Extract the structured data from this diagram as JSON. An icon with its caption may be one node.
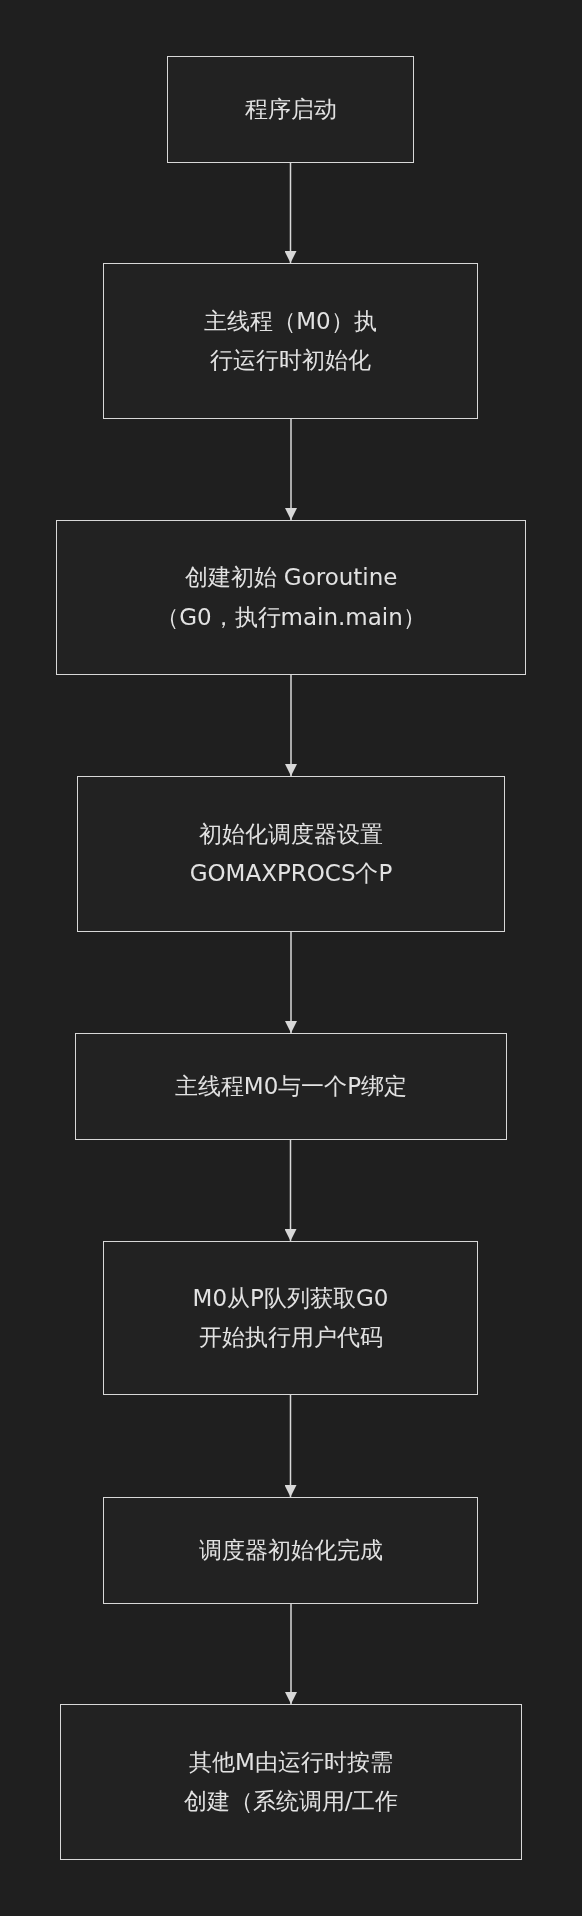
{
  "diagram": {
    "nodes": [
      {
        "text": [
          "程序启动"
        ]
      },
      {
        "text": [
          "主线程（M0）执行运行时初始化"
        ]
      },
      {
        "text": [
          "创建初始 Goroutine（G0，执行main.main）"
        ]
      },
      {
        "text": [
          "初始化调度器设置GOMAXPROCS个P"
        ]
      },
      {
        "text": [
          "主线程M0与一个P绑定"
        ]
      },
      {
        "text": [
          "M0从P队列获取G0开始执行用户代码"
        ]
      },
      {
        "text": [
          "调度器初始化完成"
        ]
      },
      {
        "text": [
          "其他M由运行时按需创建（系统调用/工作"
        ]
      }
    ],
    "edges": [
      {
        "from": 0,
        "to": 1,
        "arrow": "to"
      },
      {
        "from": 1,
        "to": 2,
        "arrow": "to"
      },
      {
        "from": 2,
        "to": 3,
        "arrow": "to"
      },
      {
        "from": 3,
        "to": 4,
        "arrow": "to"
      },
      {
        "from": 4,
        "to": 5,
        "arrow": "to"
      },
      {
        "from": 5,
        "to": 6,
        "arrow": "to"
      },
      {
        "from": 6,
        "to": 7,
        "arrow": "to"
      }
    ]
  }
}
